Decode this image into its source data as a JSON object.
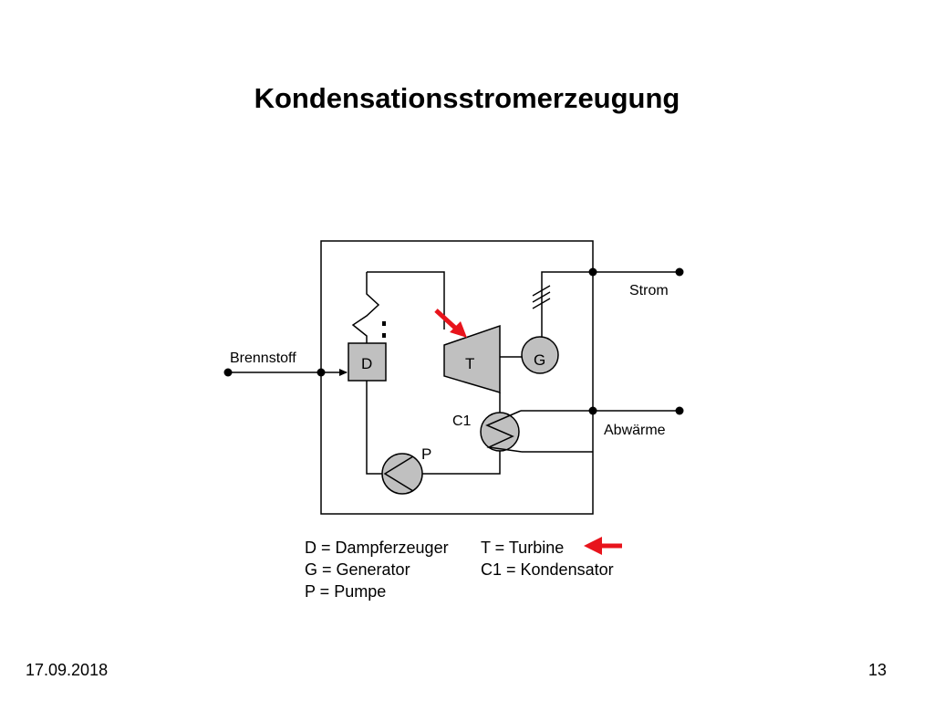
{
  "title": "Kondensationsstromerzeugung",
  "components": {
    "D": "D",
    "T": "T",
    "G": "G",
    "C1": "C1",
    "P": "P"
  },
  "flows": {
    "fuel": "Brennstoff",
    "power": "Strom",
    "waste_heat": "Abwärme"
  },
  "legend": [
    "D = Dampferzeuger",
    "T = Turbine",
    "G = Generator",
    "C1 = Kondensator",
    "P = Pumpe"
  ],
  "footer": {
    "date": "17.09.2018",
    "page": "13"
  },
  "colors": {
    "arrow": "#e8141c",
    "box_fill": "#c0c0c0"
  }
}
